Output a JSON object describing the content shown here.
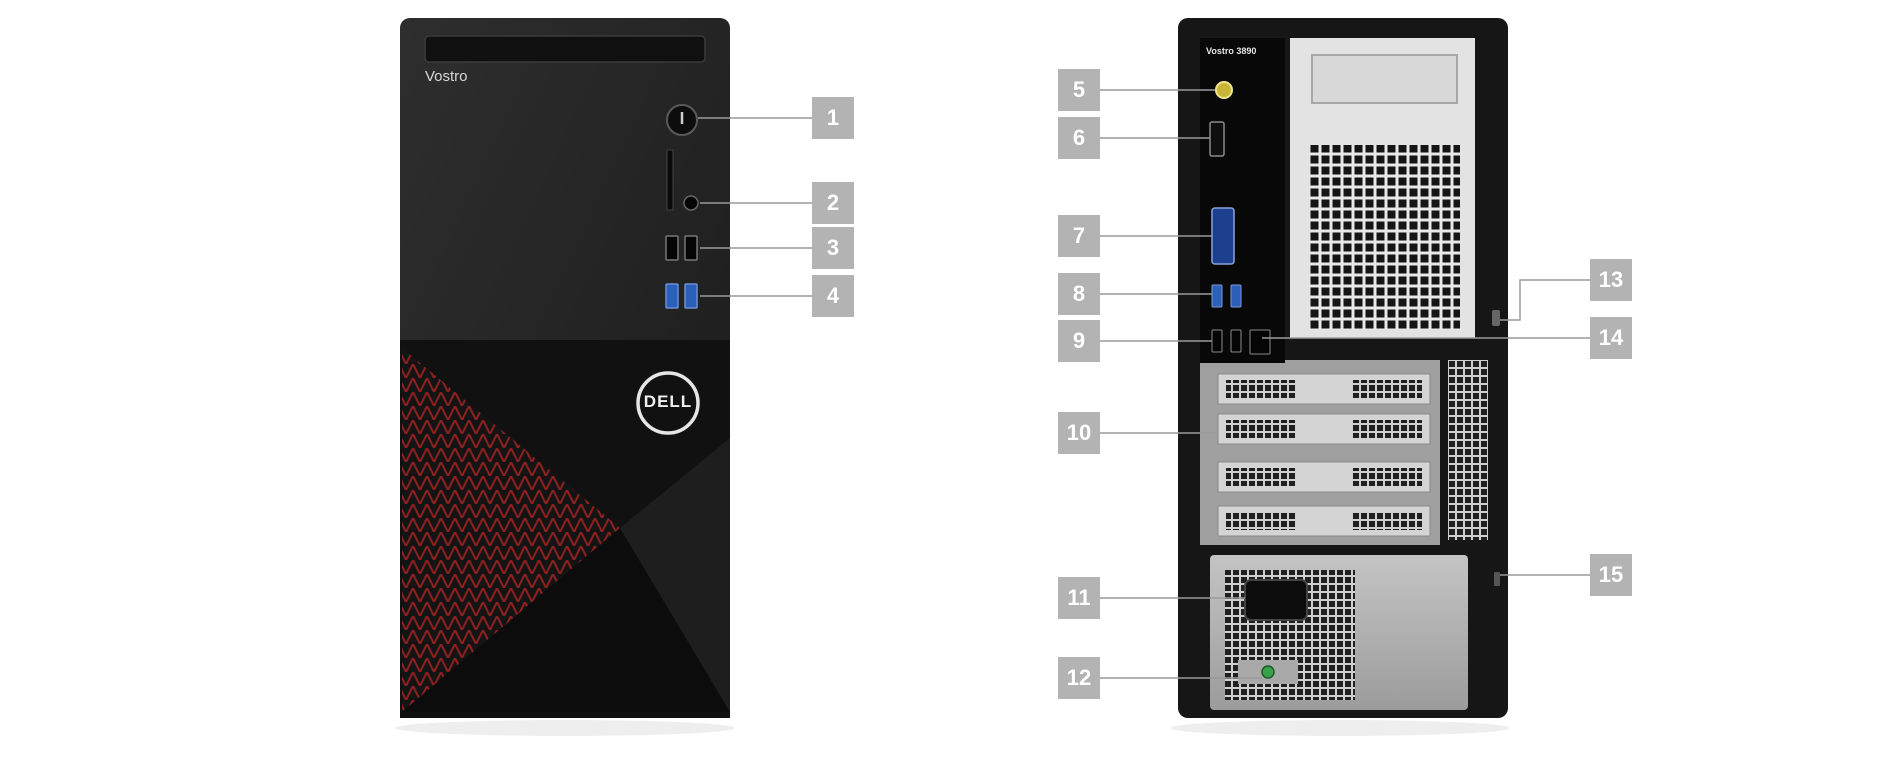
{
  "front": {
    "brand_text": "Vostro",
    "logo_text": "DELL",
    "callouts": [
      "1",
      "2",
      "3",
      "4"
    ]
  },
  "back": {
    "model_text": "Vostro 3890",
    "callouts": [
      "5",
      "6",
      "7",
      "8",
      "9",
      "10",
      "11",
      "12",
      "13",
      "14",
      "15"
    ]
  },
  "colors": {
    "chassis": "#1c1c1c",
    "front_upper": "#262626",
    "mesh_red": "#8e2020",
    "rear_panel": "#b9b9b9",
    "callout_box": "#b3b3b3",
    "usb3_blue": "#2c5fb8"
  }
}
